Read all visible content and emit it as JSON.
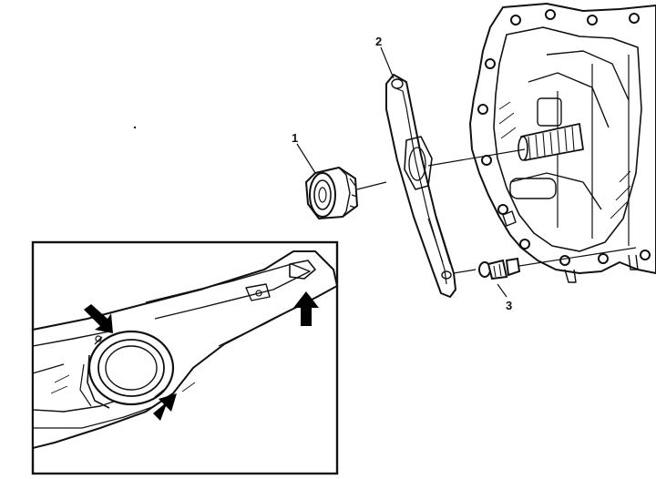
{
  "callouts": [
    {
      "id": "1",
      "label": "1",
      "part": "clutch-release-bearing"
    },
    {
      "id": "2",
      "label": "2",
      "part": "clutch-fork"
    },
    {
      "id": "3",
      "label": "3",
      "part": "ball-stud"
    }
  ],
  "inset": {
    "arrows": 3,
    "arrow_color": "#000000"
  },
  "colors": {
    "line": "#111111",
    "background": "#ffffff"
  }
}
